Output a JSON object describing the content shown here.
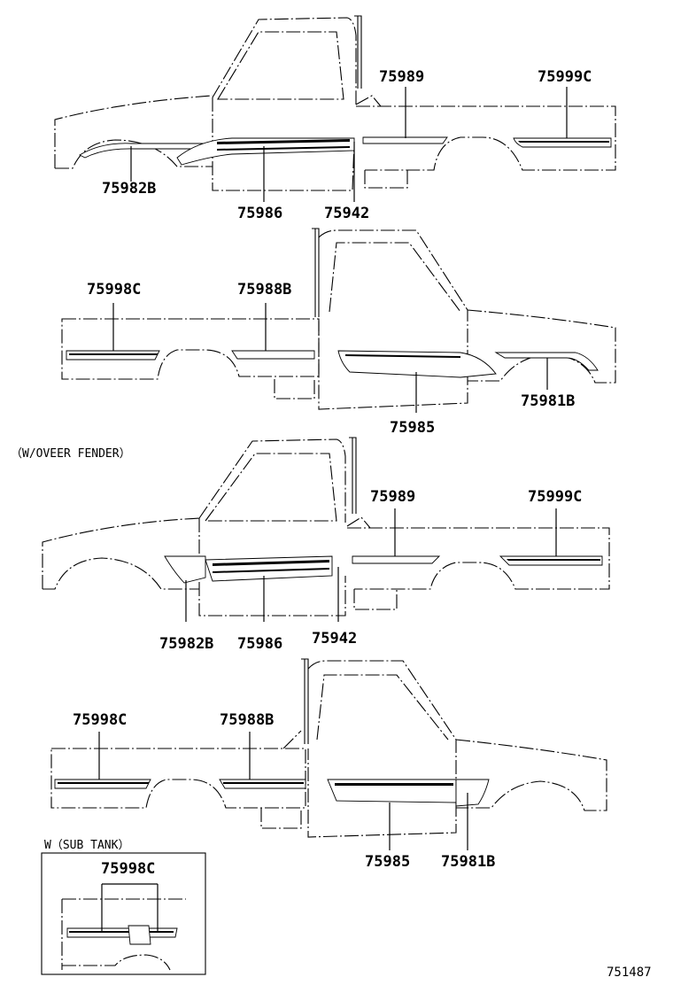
{
  "views": [
    {
      "id": "view-1",
      "parts": [
        "75989",
        "75999C",
        "75982B",
        "75986",
        "75942"
      ]
    },
    {
      "id": "view-2",
      "parts": [
        "75998C",
        "75988B",
        "75985",
        "75981B"
      ]
    },
    {
      "id": "view-3",
      "note": "（W/OVEER FENDER）",
      "parts": [
        "75989",
        "75999C",
        "75982B",
        "75986",
        "75942"
      ]
    },
    {
      "id": "view-4",
      "parts": [
        "75998C",
        "75988B",
        "75985",
        "75981B"
      ]
    },
    {
      "id": "view-5-inset",
      "note": "W（SUB TANK）",
      "parts": [
        "75998C"
      ]
    }
  ],
  "reference_number": "751487"
}
